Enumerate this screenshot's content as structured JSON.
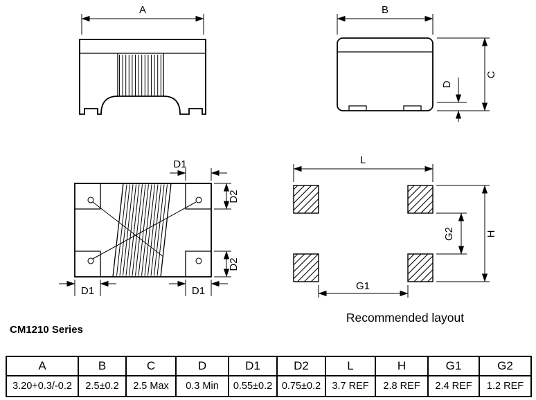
{
  "title": "CM1210 Series",
  "caption": "Recommended layout",
  "labels": {
    "A": "A",
    "B": "B",
    "C": "C",
    "D": "D",
    "D1": "D1",
    "D2": "D2",
    "L": "L",
    "H": "H",
    "G1": "G1",
    "G2": "G2"
  },
  "table": {
    "headers": [
      "A",
      "B",
      "C",
      "D",
      "D1",
      "D2",
      "L",
      "H",
      "G1",
      "G2"
    ],
    "values": [
      "3.20+0.3/-0.2",
      "2.5±0.2",
      "2.5 Max",
      "0.3 Min",
      "0.55±0.2",
      "0.75±0.2",
      "3.7 REF",
      "2.8 REF",
      "2.4 REF",
      "1.2 REF"
    ]
  }
}
